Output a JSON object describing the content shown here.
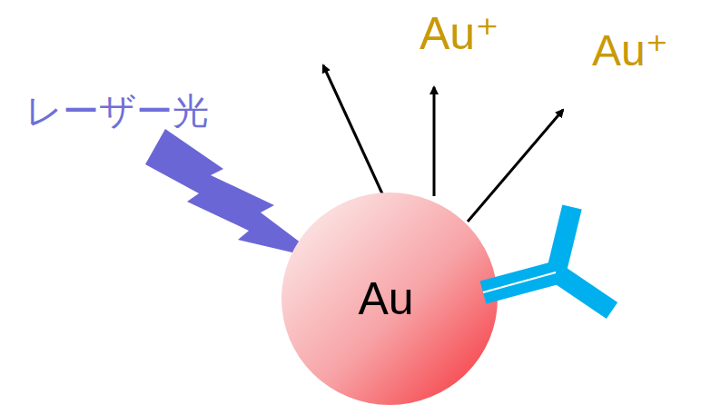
{
  "diagram": {
    "nodes": [
      {
        "text": [
          "Au"
        ]
      }
    ],
    "labels": [
      "レーザー光",
      "Au⁺",
      "Au⁺"
    ]
  }
}
